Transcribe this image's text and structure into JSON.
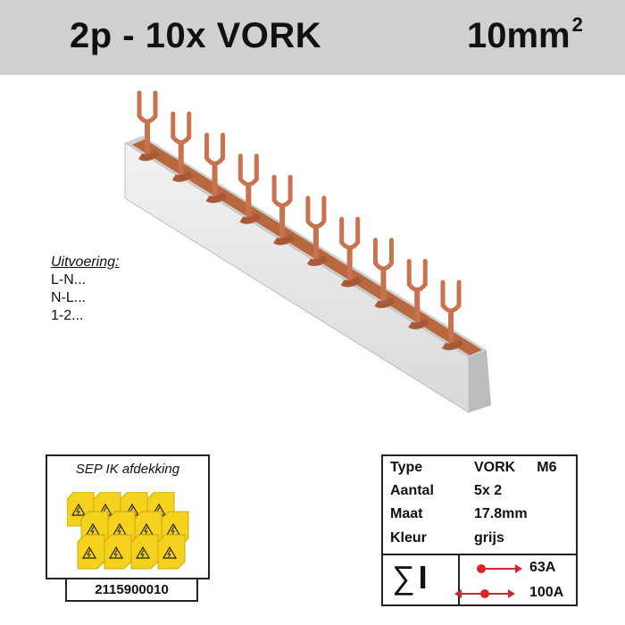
{
  "header": {
    "title": "2p - 10x VORK",
    "size": "10mm",
    "size_sup": "2"
  },
  "variants": {
    "label": "Uitvoering:",
    "items": [
      "L-N...",
      "N-L...",
      "1-2..."
    ]
  },
  "cover": {
    "title": "SEP IK afdekking",
    "part_number": "2115900010"
  },
  "specs": {
    "rows": [
      {
        "key": "Type",
        "value": "VORK",
        "extra": "M6"
      },
      {
        "key": "Aantal",
        "value": "5x 2"
      },
      {
        "key": "Maat",
        "value": "17.8mm"
      },
      {
        "key": "Kleur",
        "value": "grijs"
      }
    ],
    "sum_symbol": "∑",
    "current_symbol": "I",
    "currents": [
      "63A",
      "100A"
    ]
  },
  "colors": {
    "header_bg": "#d0d0d0",
    "copper": "#c8734e",
    "rail_grey": "#e6e6e6",
    "cover_yellow": "#f5d21e",
    "arrow_red": "#d6262b"
  },
  "icons": {
    "warning": "warning-triangle-icon",
    "feed_arrow": "arrow-right-icon"
  }
}
